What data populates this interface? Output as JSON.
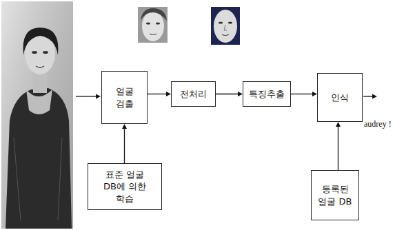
{
  "diagram": {
    "nodes": [
      {
        "text": [
          "얼굴 검출"
        ]
      },
      {
        "text": [
          "전처리"
        ]
      },
      {
        "text": [
          "특징추출"
        ]
      },
      {
        "text": [
          "인식"
        ]
      },
      {
        "text": [
          "표준 얼굴 DB에 의한 학습"
        ]
      },
      {
        "text": [
          "등록된 얼굴 DB"
        ]
      }
    ],
    "edges": [
      {
        "from": 0,
        "to": 1,
        "arrow": "to"
      },
      {
        "from": 1,
        "to": 2,
        "arrow": "to"
      },
      {
        "from": 2,
        "to": 3,
        "arrow": "to"
      },
      {
        "from": 4,
        "to": 0,
        "arrow": "to"
      },
      {
        "from": 5,
        "to": 3,
        "arrow": "to"
      }
    ],
    "labels": [
      "audrey !"
    ]
  }
}
